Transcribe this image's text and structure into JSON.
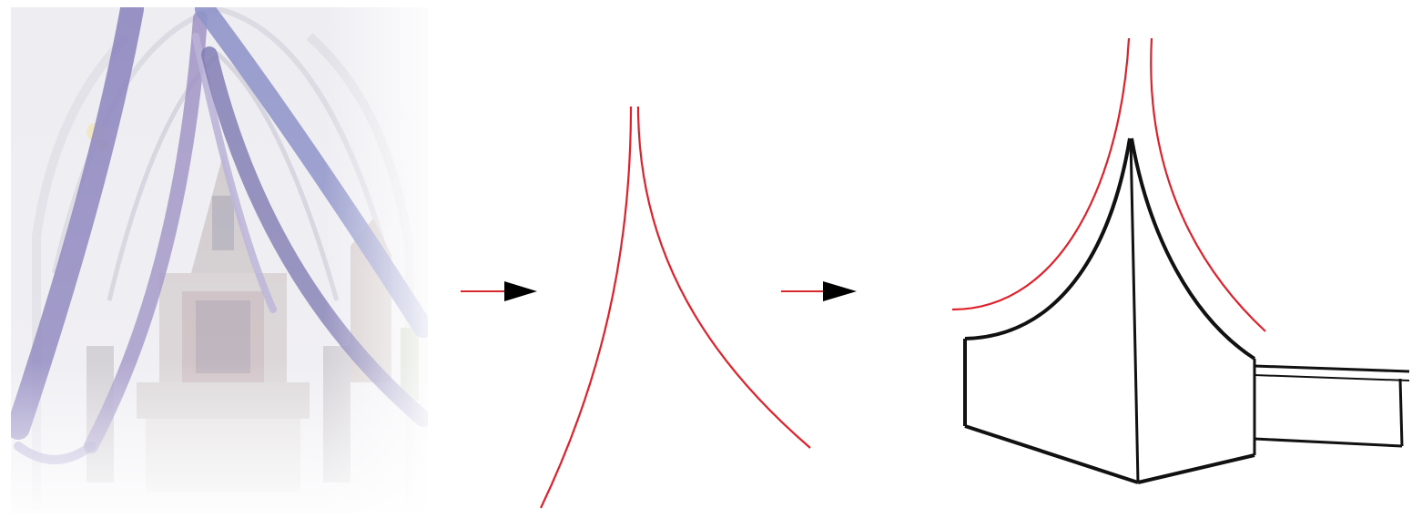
{
  "diagram": {
    "panels": [
      {
        "id": "photo",
        "subject": "church-interior-photo",
        "ribbon_colors": [
          "#8e86bf",
          "#9d92c4",
          "#b9b1d6",
          "#7f7ab3"
        ]
      },
      {
        "id": "curve-sketch",
        "subject": "red-arch-curves"
      },
      {
        "id": "tent-model",
        "subject": "tent-form-drawing"
      }
    ],
    "arrows": [
      {
        "from": "photo",
        "to": "curve-sketch"
      },
      {
        "from": "curve-sketch",
        "to": "tent-model"
      }
    ],
    "colors": {
      "curve": "#e0202a",
      "arrow_line": "#d6282d",
      "arrow_head": "#000000",
      "outline": "#111111",
      "background": "#ffffff"
    }
  }
}
